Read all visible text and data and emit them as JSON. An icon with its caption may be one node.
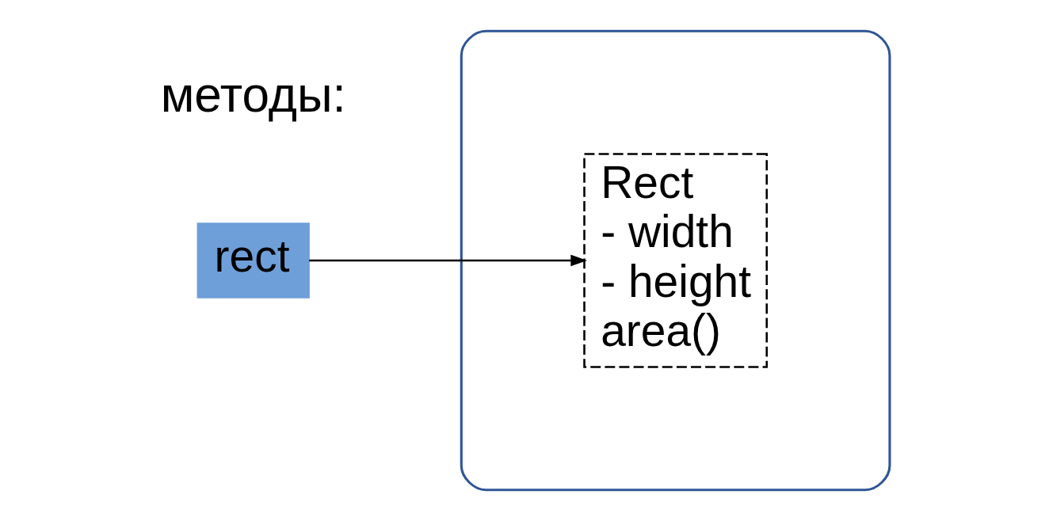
{
  "diagram": {
    "nodes": [
      {
        "text": [
          "rect"
        ]
      },
      {
        "text": [],
        "shape": "cloud"
      },
      {
        "text": [
          "Rect",
          "- width",
          "- height",
          "area()"
        ],
        "in": 1
      }
    ],
    "edges": [
      {
        "from": 0,
        "to": 2,
        "arrow": "to"
      }
    ],
    "labels": [
      "методы:"
    ]
  }
}
